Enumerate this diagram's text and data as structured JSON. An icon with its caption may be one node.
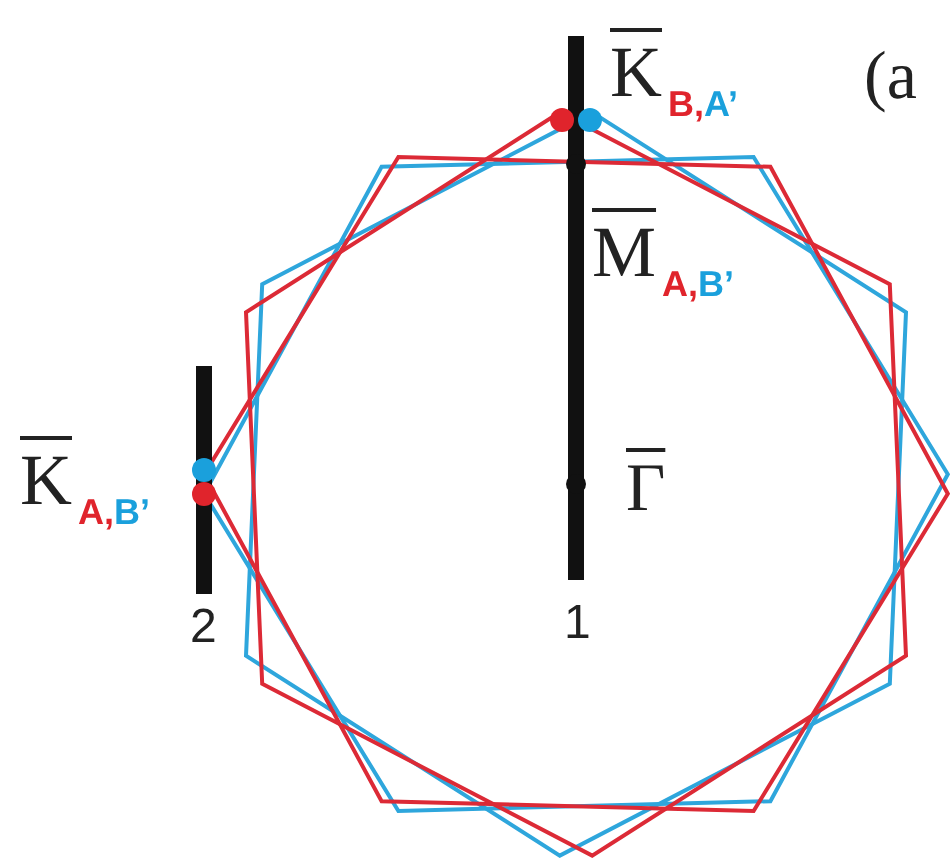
{
  "diagram": {
    "labels": [
      "K$_{B,A’}$",
      "(a",
      "M$_{A,B’}$",
      "K$_{A,B’}$",
      "Γ",
      "2",
      "1"
    ]
  }
}
